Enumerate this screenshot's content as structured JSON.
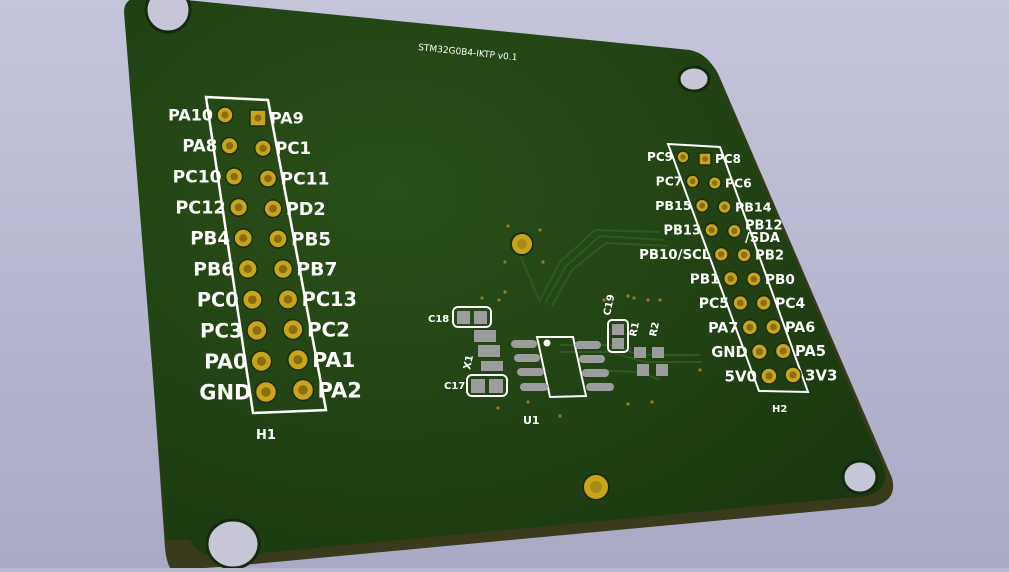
{
  "viewer": {
    "background_color": "#b9b9d0",
    "board_color": "#1f3d12",
    "board_edge_color": "#2b2b16",
    "copper_color": "#c8a41a",
    "pad_color": "#b0b0b0"
  },
  "board": {
    "title_text": "STM32G0B4-IKTP v0.1"
  },
  "header_h1": {
    "ref": "H1",
    "left_labels": [
      "PA10",
      "PA8",
      "PC10",
      "PC12",
      "PB4",
      "PB6",
      "PC0",
      "PC3",
      "PA0",
      "GND"
    ],
    "right_labels": [
      "PA9",
      "PC1",
      "PC11",
      "PD2",
      "PB5",
      "PB7",
      "PC13",
      "PC2",
      "PA1",
      "PA2"
    ]
  },
  "header_h2": {
    "ref": "H2",
    "left_labels": [
      "PC9",
      "PC7",
      "PB15",
      "PB13",
      "PB10/SCL",
      "PB1",
      "PC5",
      "PA7",
      "GND",
      "5V0"
    ],
    "right_labels": [
      "PC8",
      "PC6",
      "PB14",
      "PB12\n/SDA",
      "PB2",
      "PB0",
      "PC4",
      "PA6",
      "PA5",
      "3V3"
    ]
  },
  "components": {
    "u1": "U1",
    "x1": "X1",
    "c17": "C17",
    "c18": "C18",
    "c19": "C19",
    "r1": "R1",
    "r2": "R2"
  }
}
